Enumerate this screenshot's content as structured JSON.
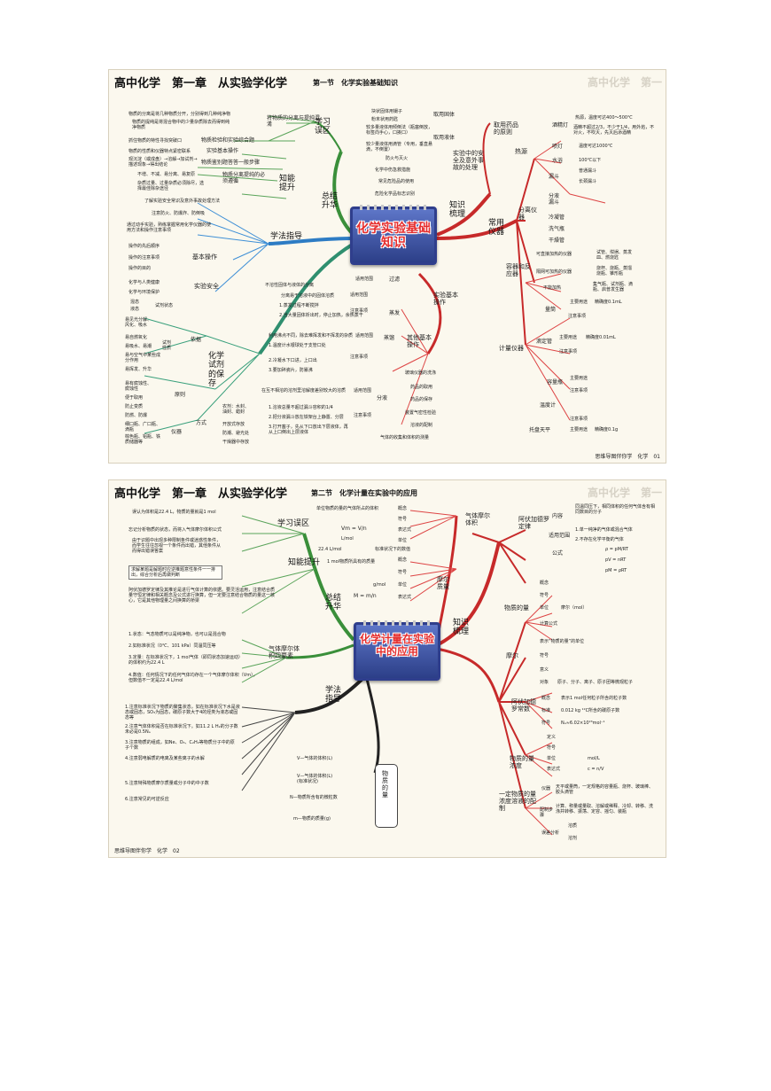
{
  "page1": {
    "title": "高中化学　第一章　从实验学化学",
    "section": "第一节　化学实验基础知识",
    "watermark": "高中化学　第一",
    "center": "化学实验基础知识",
    "footer": "思维导图伴你学　化学　01",
    "hubs": {
      "summary": "总结升华",
      "knowledge": "知识梳理",
      "method": "学法指导"
    },
    "left_top": {
      "review": "学习误区",
      "promote": "知能提升",
      "mix_items": [
        "物质的分离是将几种物质分开，分别得到几种纯净物",
        "物质的提纯是将混合物中的少量杂质除去而得到纯净物质"
      ],
      "mix_label": "将物质的分离与提纯混淆",
      "synth_items": [
        "抓住物质的特性寻找突破口",
        "物质的性质和仪器特点紧密联系",
        "观沉淀（或成盘）→溶解→加试剂→描述现象→得出结论"
      ],
      "synth_labels": [
        "物质检验和实验综合题",
        "实验基本操作",
        "物质鉴别题答答一般步骤"
      ],
      "sep_items": [
        "不增、不减、易分离、易复原",
        "杂质过量、过量杂质必须除尽，选择最佳除杂途径"
      ],
      "sep_label": "物质分离提纯的必须遵循"
    },
    "left_mid": {
      "items": [
        "了解实验安全常识及意外事故处理方法",
        "注意防火、防爆炸、防倒吸",
        "通过动手实验，熟练掌握常用化学仪器的使用方法和操作注意事项",
        "操作的先后顺序",
        "操作的注意事项",
        "操作的目的",
        "化学与人类健康",
        "化学与环境保护"
      ],
      "basic_op": "基本操作",
      "safety": "实验安全"
    },
    "left_bottom": {
      "storage": "化学试剂的保存",
      "basis": "依据",
      "principle": "原则",
      "way": "方式",
      "states": [
        "混态",
        "液态"
      ],
      "state_label": "试剂状态",
      "props": [
        "易见光分解、风化、吸水",
        "易自燃氧化",
        "易吸水、易潮",
        "易与空气中某些成分作用",
        "易挥发、升华",
        "易有腐蚀性、腐蚀性"
      ],
      "prop_label": "试剂性质",
      "rules": [
        "便于取用",
        "防止变质",
        "防燃、防爆"
      ],
      "vessels": [
        "细口瓶、广口瓶、滴瓶",
        "棕色瓶、铝瓶、铁质储器等"
      ],
      "vessel_label": "仪器",
      "ways": [
        "农剂：水封、油封、蜡封",
        "开放式存放",
        "防潮、避光处",
        "干燥器中存放"
      ]
    },
    "mid": {
      "take_solid": "取用固体",
      "take_liquid": "取用液体",
      "take_items": [
        "块状固体用镊子",
        "粉末状用药匙",
        "较多量液体用倾倒法（瓶塞倒放，标签向手心，口挨口）",
        "较少量液体用滴管（专用，垂直悬滴，不倒置）"
      ],
      "accident_items": [
        "防火与灭火",
        "化学中伤急救措施",
        "常见危险品的使用",
        "危险化学品标志识别"
      ],
      "accident_label": "实验中的安全及意外事故的处理",
      "basic_ops": "实验基本操作",
      "other_ops": "其他基本操作",
      "filter": "过滤",
      "evap": "蒸发",
      "distill": "蒸馏",
      "separate": "分液",
      "scope": "适用范围",
      "notes": "注意事项",
      "filter_scope": "不溶性固体与液体的分离",
      "evap_scope": "分离易于溶液中的固体溶质",
      "evap_notes": [
        "1.蒸发过程不断搅拌",
        "2.当大量固体析出时，停止加热，余热蒸干"
      ],
      "distill_scope": "利用沸点不同，除去难挥发和不挥发的杂质",
      "distill_notes": [
        "1.温度计水银球处于支管口处",
        "2.冷凝水下口进，上口出",
        "3.要加碎瓷片，防暴沸"
      ],
      "sep_scope": "在互不相溶的溶剂里溶解度差别较大的溶质",
      "sep_notes": [
        "1.溶液总量不超过漏斗容积的1/4",
        "2.把分液漏斗放在铁架台上静置、分层",
        "3.打开塞子，先从下口放出下层液体，再从上口倒出上层液体"
      ],
      "other_items": [
        "玻璃仪器的洗涤",
        "药品的取用",
        "药品的保存",
        "装置气密性检验",
        "溶液的配制",
        "气体的收集和体积的测量"
      ]
    },
    "right": {
      "take_drugs": "取用药品的原则",
      "common": "常用仪器",
      "heat": "热源",
      "burners": [
        "酒精灯",
        "喷灯",
        "水浴"
      ],
      "burner_notes": [
        "热源，温度可达400～500℃",
        "酒精不超过2/3，不少于1/4，用外焰，不对火，不吹灭，先灭后添酒精",
        "温度可达1000℃",
        "100℃以下"
      ],
      "separate_inst": "分离仪器",
      "funnels": [
        "漏斗",
        "分液漏斗",
        "冷凝管",
        "洗气瓶",
        "干燥管"
      ],
      "funnel_kinds": [
        "普通漏斗",
        "长颈漏斗"
      ],
      "container": "容器和反应器",
      "direct_heat": "可直接加热的仪器",
      "net_heat": "隔网可加热的仪器",
      "no_heat": "不能加热",
      "direct_list": "试管、坩埚、蒸发皿、燃烧匙",
      "net_list": "烧杯、烧瓶、蒸馏烧瓶、锥形瓶",
      "no_list": "集气瓶、试剂瓶、滴瓶、启普发生器",
      "measure": "计量仪器",
      "cylinder": "量筒",
      "burette": "滴定管",
      "flask": "容量瓶",
      "thermo": "温度计",
      "balance": "托盘天平",
      "precision": [
        "精确度0.1mL",
        "精确度0.01mL",
        "精确度0.1g"
      ],
      "uses": "主要用途",
      "use_notes": "注意事项"
    }
  },
  "page2": {
    "title": "高中化学　第一章　从实验学化学",
    "section": "第二节　化学计量在实验中的应用",
    "watermark": "高中化学　第一",
    "center": "化学计量在实验中的应用",
    "footer": "思维导图伴你学　化学　02",
    "hubs": {
      "summary": "总结升华",
      "knowledge": "知识梳理",
      "method": "学法指导"
    },
    "left": {
      "review": "学习误区",
      "promote": "知能提升",
      "review_items": [
        "误认为体积是22.4 L，物质的量就是1 mol",
        "忘记分析物质的状态，而将入气体摩尔体积公式",
        "由于识题中出现多种限制条件或迷惑性条件，而学生往往忽视一个条件而出错，其他条件从而得出错误答案"
      ],
      "promote_items": [
        "求解某题是解题时应逆推题意性条件一一排出，综合分析后再做判断",
        "阿伏加德罗定律及其推论是进行气体计算的依据。要灵活运用，注意结合质量守恒定律和相关概念及公式进行换算，但一定要注意结合物质的量这一核心，它是其他物理量之间换算的桥梁"
      ],
      "gas_label": "气体摩尔体积四要素",
      "gas_items": [
        "1.状态：气态物质可以是纯净物，也可以是混合物",
        "2.如标准状况（0℃、101 kPa）同温同压等",
        "3.定量：在标准状况下，1 mol气体（即同状态加速运动）的体积约为22.4 L",
        "4.数值：任何情况下的任何气体均存在一个气体摩尔体积（Vm），但数值不一定是22.4 L/mol"
      ]
    },
    "mid": {
      "gas_molar": "气体摩尔体积",
      "molar_mass": "摩尔质量",
      "concept": "概念",
      "symbol": "符号",
      "unit": "单位",
      "expression": "表达式",
      "gas_concept": "单位物质的量的气体所占的体积",
      "molar_concept": "1 mol物质所具有的质量",
      "units": [
        "L/mol",
        "g/mol"
      ],
      "vm_value": "22.4 L/mol",
      "vm_note": "标准状况下的数值",
      "formulas": [
        "Vm = V/n",
        "M = m/n"
      ],
      "conversion": [
        "V—气体的体积(L)",
        "V—气体的体积(L)(标准状况)",
        "N—物质所含有的微粒数",
        "m—物质的质量(g)"
      ],
      "core": "物质的量",
      "method_notes": [
        "1.注意标准状况下物质的聚集状态，如在标准状况下水是液态或固态，SO₃为固态，碳原子数大于4的烃类为液态或固态等",
        "2.注意气体体积是否在标准状况下。如11.2 L H₂的分子数未必是0.5Nₐ",
        "3.注意物质的组成，如Ne、O₃、C₂H₄等物质分子中的原子个数",
        "4.注意弱电解质的电离及某些离子的水解",
        "5.注意特殊物质摩尔质量或分子中的中子数",
        "6.注意常见的可逆反应"
      ]
    },
    "right": {
      "gas_law": "阿伏加德罗定律",
      "law_items": [
        "内容",
        "适用范围",
        "公式"
      ],
      "law_content": "同温同压下，相同体积的任何气体含有相同数目的分子",
      "law_scope": [
        "1.单一纯净的气体或混合气体",
        "2.不存在化学平衡的气体"
      ],
      "formulas": [
        "ρ = pM/RT",
        "pV = nRT",
        "pM = ρRT"
      ],
      "amount": "物质的量",
      "mole": "摩尔",
      "avogadro": "阿伏加德罗常数",
      "molar_conc": "物质的量浓度",
      "prep": "一定物质的量浓度溶液的配制",
      "amount_items": [
        "概念",
        "符号",
        "单位",
        "计算公式"
      ],
      "amount_unit": "摩尔（mol）",
      "mole_items": [
        "表示“物质的量”的单位",
        "符号",
        "意义",
        "对象"
      ],
      "mole_object": "原子、分子、离子、原子团等微观粒子",
      "na_items": [
        "概念",
        "标准",
        "符号"
      ],
      "na_concept": "表示1 mol任何粒子所含的粒子数",
      "na_standard": "0.012 kg ¹²C所含的碳原子数",
      "na_value": "Nₐ≈6.02×10²³mol⁻¹",
      "conc_items": [
        "定义",
        "符号",
        "单位",
        "表达式"
      ],
      "conc_unit": "mol/L",
      "conc_formula": "c = n/V",
      "prep_items": [
        "仪器",
        "配制步骤",
        "误差分析"
      ],
      "prep_inst": "天平或量筒，一定规格的容量瓶、烧杯、玻璃棒、胶头滴管",
      "prep_steps": "计算、称量或量取、溶解或稀释、冷却、转移、洗涤并转移、振荡、定容、摇匀、装瓶",
      "error_items": [
        "溶质",
        "溶剂"
      ]
    }
  }
}
